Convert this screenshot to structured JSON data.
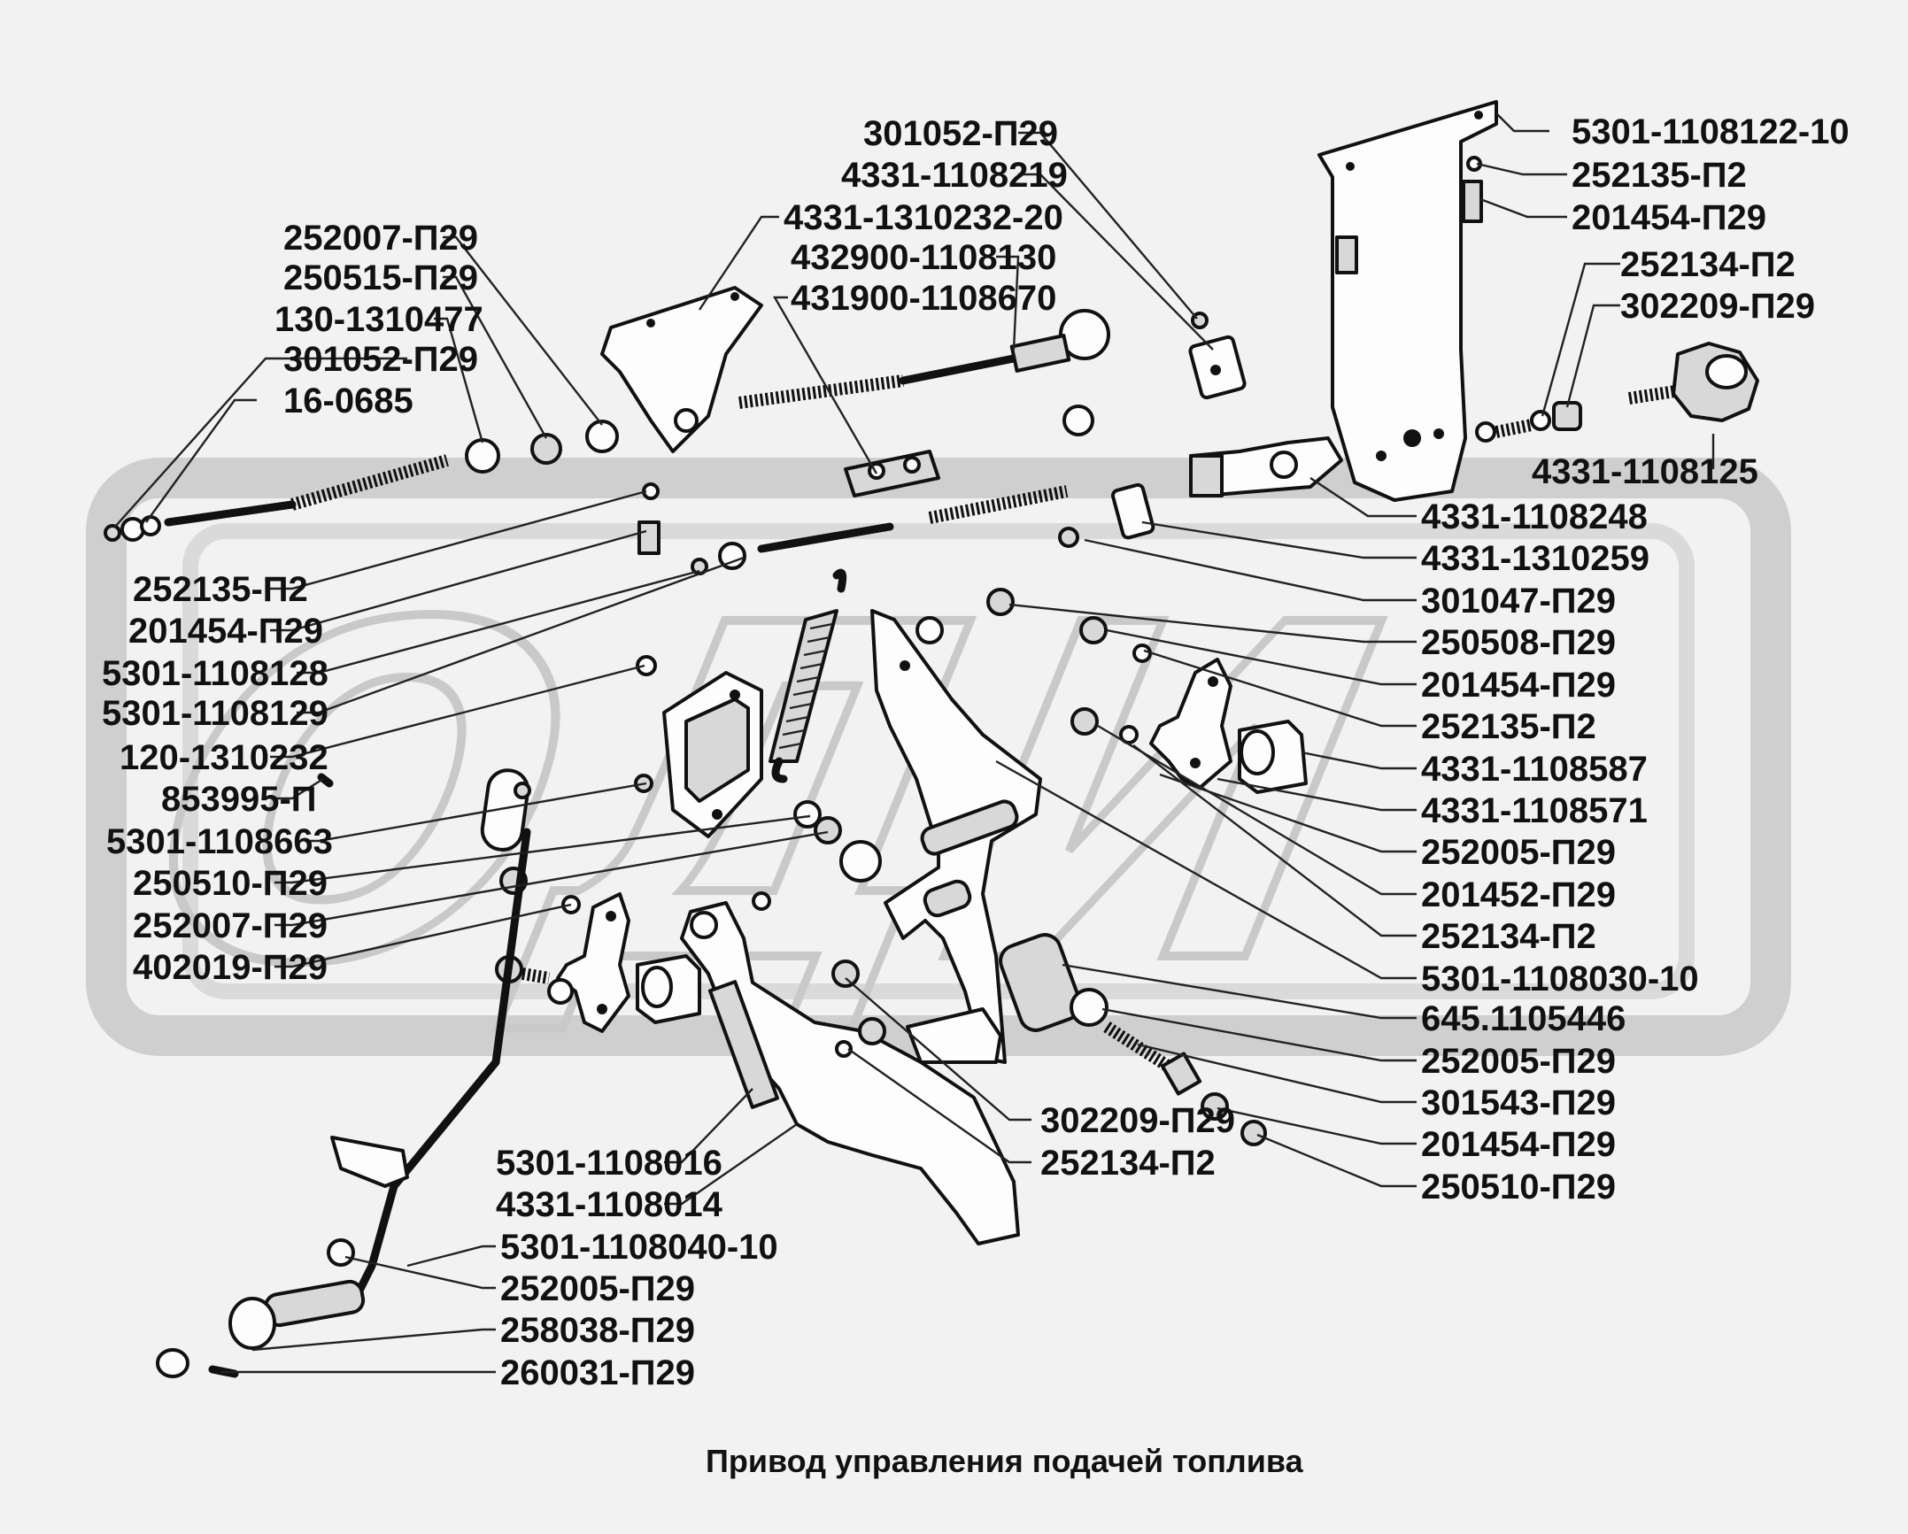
{
  "diagram": {
    "caption": "Привод управления подачей топлива",
    "watermark": "ОДИ",
    "labels": {
      "l01": "301052-П29",
      "l02": "4331-1108219",
      "l03": "4331-1310232-20",
      "l04": "432900-1108130",
      "l05": "431900-1108670",
      "l06": "252007-П29",
      "l07": "250515-П29",
      "l08": "130-1310477",
      "l09": "301052-П29",
      "l10": "16-0685",
      "r01": "5301-1108122-10",
      "r02": "252135-П2",
      "r03": "201454-П29",
      "r04": "252134-П2",
      "r05": "302209-П29",
      "r06": "4331-1108125",
      "r07": "4331-1108248",
      "r08": "4331-1310259",
      "r09": "301047-П29",
      "r10": "250508-П29",
      "r11": "201454-П29",
      "r12": "252135-П2",
      "r13": "4331-1108587",
      "r14": "4331-1108571",
      "r15": "252005-П29",
      "r16": "201452-П29",
      "r17": "252134-П2",
      "r18": "5301-1108030-10",
      "r19": "645.1105446",
      "r20": "252005-П29",
      "r21": "301543-П29",
      "r22": "201454-П29",
      "r23": "250510-П29",
      "m01": "252135-П2",
      "m02": "201454-П29",
      "m03": "5301-1108128",
      "m04": "5301-1108129",
      "m05": "120-1310232",
      "m06": "853995-П",
      "m07": "5301-1108663",
      "m08": "250510-П29",
      "m09": "252007-П29",
      "m10": "402019-П29",
      "c01": "302209-П29",
      "c02": "252134-П2",
      "c03": "5301-1108016",
      "c04": "4331-1108014",
      "b01": "5301-1108040-10",
      "b02": "252005-П29",
      "b03": "258038-П29",
      "b04": "260031-П29"
    }
  }
}
